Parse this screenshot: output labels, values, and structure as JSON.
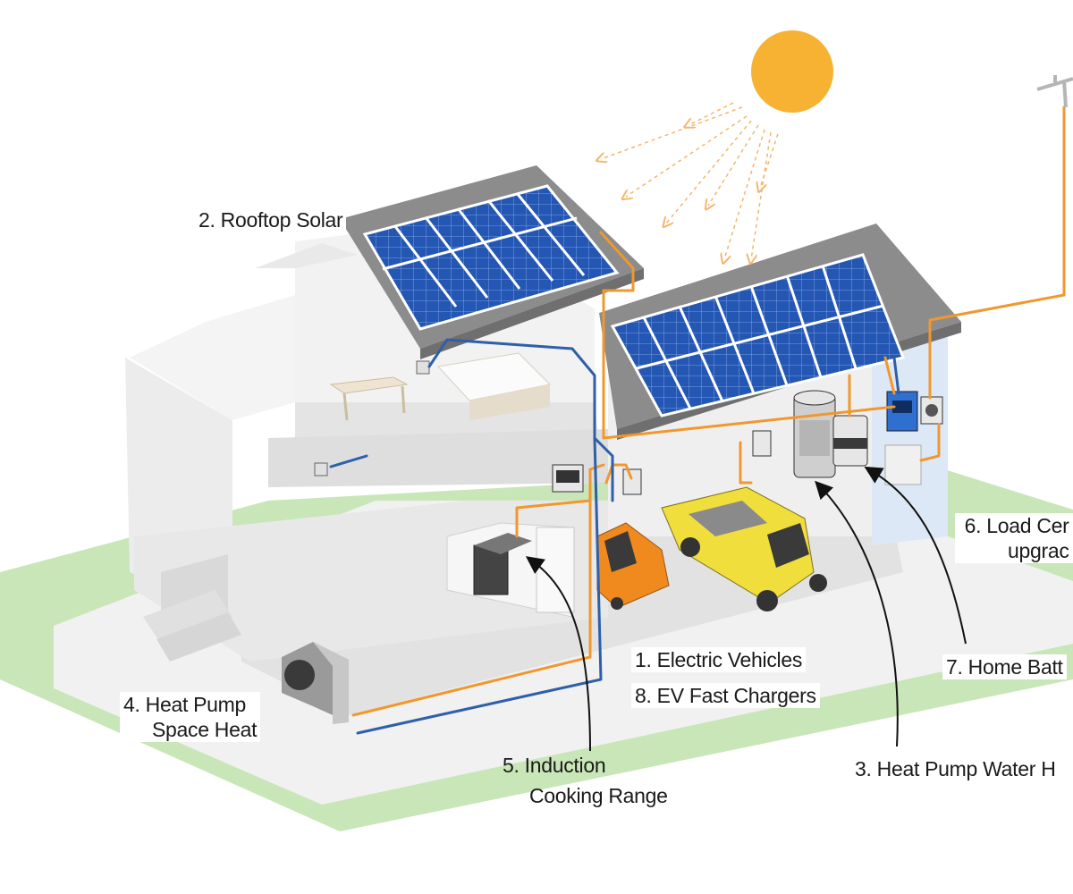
{
  "labels": {
    "rooftop_solar": "2. Rooftop Solar",
    "load_center_line1": "6. Load Cer",
    "load_center_line2": "upgrac",
    "electric_vehicles": "1. Electric Vehicles",
    "ev_fast_chargers": "8. EV Fast Chargers",
    "home_battery": "7. Home Batt",
    "heat_pump_line1": "4.  Heat Pump",
    "heat_pump_line2": "Space Heat",
    "induction_line1": "5. Induction",
    "induction_line2": "Cooking Range",
    "water_heater": "3. Heat Pump Water H"
  },
  "colors": {
    "power_line": "#f0982e",
    "data_line": "#2e5fa8",
    "solar_panel": "#1f4fa8",
    "sun": "#f7b234",
    "grass": "#c9e6b8",
    "roof": "#8c8c8c",
    "car": "#f08a1e",
    "truck": "#f0de3c"
  }
}
